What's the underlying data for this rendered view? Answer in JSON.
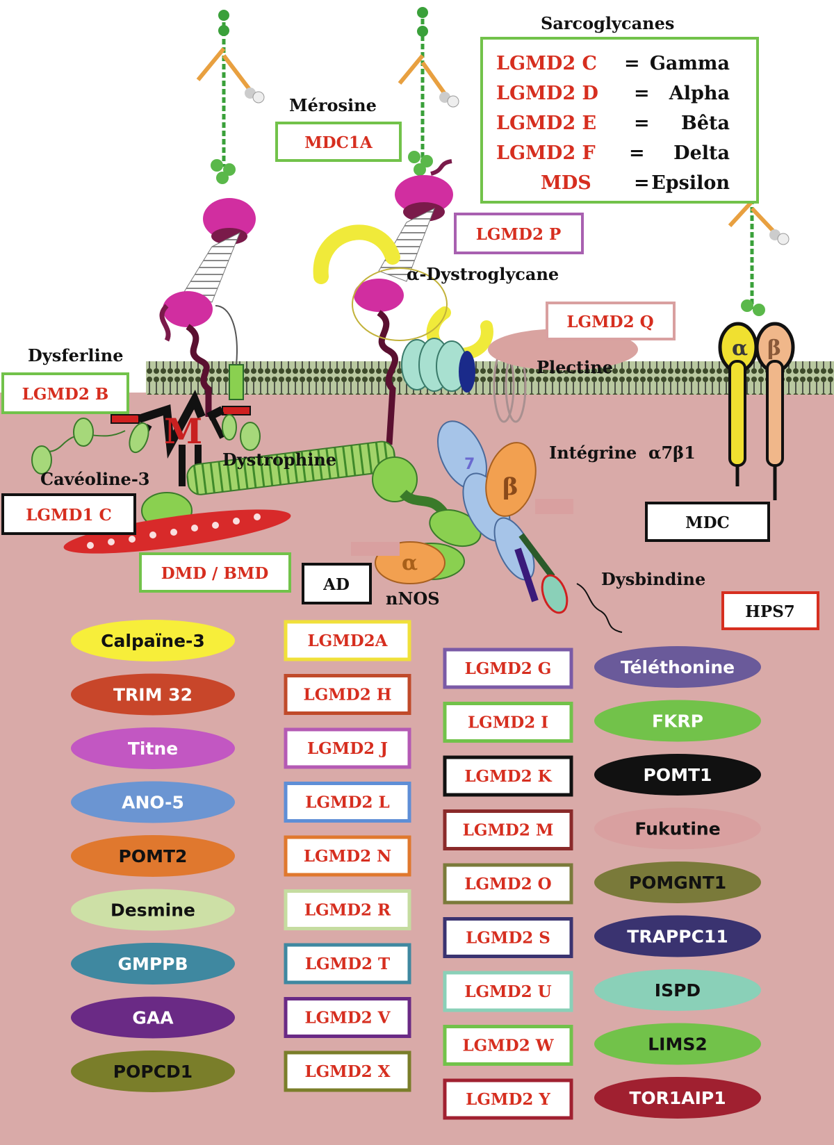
{
  "labels": {
    "merosine": "Mérosine",
    "sarcoglycanes": "Sarcoglycanes",
    "dysferline": "Dysferline",
    "caveoline": "Cavéoline-3",
    "dystrophine": "Dystrophine",
    "dystroglycane": "α-Dystroglycane",
    "plectine": "Plectine",
    "integrine": "Intégrine  α7β1",
    "dysbindine": "Dysbindine",
    "nnos": "nNOS",
    "alpha": "α",
    "beta": "β",
    "seven": "7",
    "m_letter": "M"
  },
  "sarco_rows": [
    {
      "code": "LGMD2 C",
      "eq": "=",
      "name": "Gamma"
    },
    {
      "code": "LGMD2 D",
      "eq": "=",
      "name": "Alpha"
    },
    {
      "code": "LGMD2 E",
      "eq": "=",
      "name": "Bêta"
    },
    {
      "code": "LGMD2 F",
      "eq": "=",
      "name": "Delta"
    },
    {
      "code": "MDS",
      "eq": "=",
      "name": "Epsilon"
    }
  ],
  "disease_boxes": {
    "mdc1a": "MDC1A",
    "lgmd2p": "LGMD2 P",
    "lgmd2q": "LGMD2 Q",
    "lgmd2b": "LGMD2 B",
    "lgmd1c": "LGMD1 C",
    "dmd": "DMD / BMD",
    "ad": "AD",
    "mdc": "MDC",
    "hps7": "HPS7"
  },
  "legend": {
    "proteins_a": [
      "Calpaïne-3",
      "TRIM 32",
      "Titne",
      "ANO-5",
      "POMT2",
      "Desmine",
      "GMPPB",
      "GAA",
      "POPCD1"
    ],
    "codes_a": [
      "LGMD2A",
      "LGMD2 H",
      "LGMD2 J",
      "LGMD2 L",
      "LGMD2 N",
      "LGMD2 R",
      "LGMD2 T",
      "LGMD2 V",
      "LGMD2 X"
    ],
    "codes_b": [
      "LGMD2 G",
      "LGMD2 I",
      "LGMD2 K",
      "LGMD2 M",
      "LGMD2 O",
      "LGMD2 S",
      "LGMD2 U",
      "LGMD2 W",
      "LGMD2 Y"
    ],
    "proteins_b": [
      "Téléthonine",
      "FKRP",
      "POMT1",
      "Fukutine",
      "POMGNT1",
      "TRAPPC11",
      "ISPD",
      "LIMS2",
      "TOR1AIP1"
    ]
  },
  "colors": {
    "cytoplasm": "#d9aaa8",
    "disease_text": "#d62e1f",
    "protein_a_fill": [
      "#f7ee3a",
      "#c8462a",
      "#c257c2",
      "#6b95d2",
      "#e0782e",
      "#cde0a6",
      "#3f88a0",
      "#6a2a85",
      "#7a7e2a"
    ],
    "protein_a_text": [
      "#111111",
      "#ffffff",
      "#ffffff",
      "#ffffff",
      "#111111",
      "#111111",
      "#ffffff",
      "#ffffff",
      "#111111"
    ],
    "code_a_border": [
      "#f0e03a",
      "#c04a2a",
      "#b45ab4",
      "#5e8ed6",
      "#e0782e",
      "#c5dca0",
      "#3f88a0",
      "#6a2a85",
      "#7a7e2a"
    ],
    "code_b_border": [
      "#7a5aa6",
      "#72c24a",
      "#111111",
      "#8a2a2a",
      "#7a7a3a",
      "#3a3370",
      "#8ad0b8",
      "#72c24a",
      "#a02030"
    ],
    "protein_b_fill": [
      "#6a5a9a",
      "#72c24a",
      "#111111",
      "#d9a0a0",
      "#7a7a3a",
      "#3a3370",
      "#8ad0b8",
      "#72c24a",
      "#a02030"
    ],
    "protein_b_text": [
      "#ffffff",
      "#ffffff",
      "#ffffff",
      "#111111",
      "#111111",
      "#ffffff",
      "#111111",
      "#111111",
      "#ffffff"
    ]
  }
}
